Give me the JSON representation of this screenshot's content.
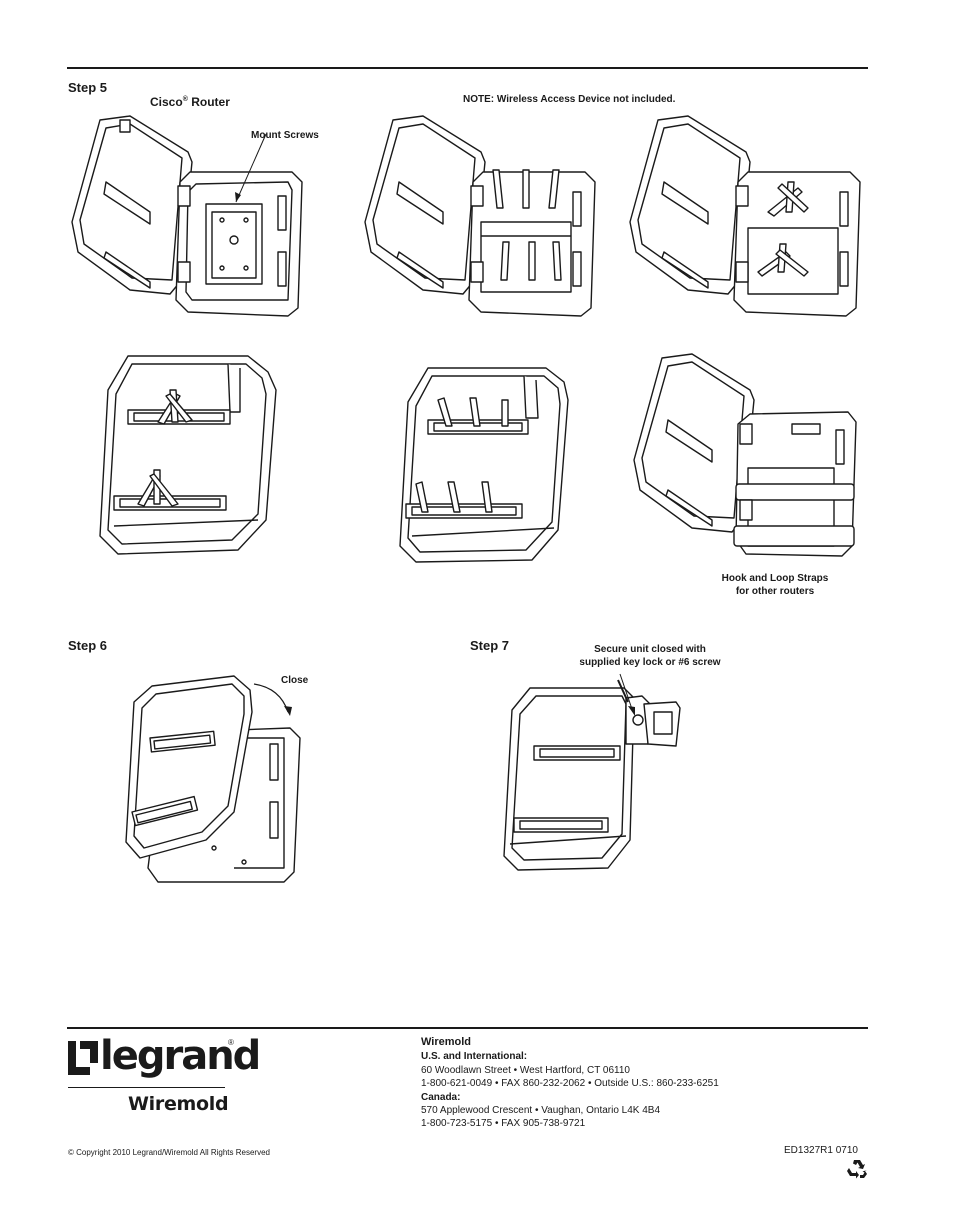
{
  "step5": {
    "title": "Step 5",
    "cisco_router_label": "Cisco",
    "cisco_router_reg": "®",
    "cisco_router_suffix": " Router",
    "mount_screws": "Mount Screws",
    "note": "NOTE: Wireless Access Device not included.",
    "hook_loop_line1": "Hook and Loop Straps",
    "hook_loop_line2": "for other routers"
  },
  "step6": {
    "title": "Step 6",
    "close_label": "Close"
  },
  "step7": {
    "title": "Step 7",
    "secure_line1": "Secure unit closed with",
    "secure_line2": "supplied key lock or #6 screw"
  },
  "footer": {
    "logo_text": "legrand",
    "logo_reg": "®",
    "brand_text": "Wiremold",
    "company": "Wiremold",
    "us_heading": "U.S. and International:",
    "us_address": "60 Woodlawn Street  •  West Hartford, CT 06110",
    "us_phone": "1-800-621-0049  •  FAX 860-232-2062  •  Outside U.S.: 860-233-6251",
    "canada_heading": "Canada:",
    "canada_address": "570 Applewood Crescent  •  Vaughan, Ontario L4K 4B4",
    "canada_phone": "1-800-723-5175  •  FAX 905-738-9721",
    "copyright": "© Copyright 2010   Legrand/Wiremold   All Rights Reserved",
    "doc_code": "ED1327R1  0710",
    "recycle_icon": "recycle-icon"
  }
}
